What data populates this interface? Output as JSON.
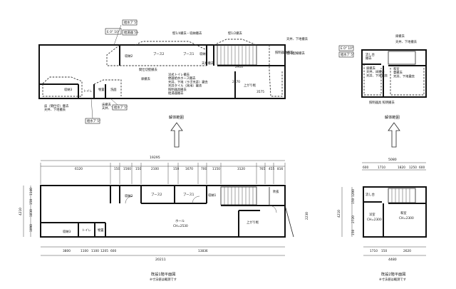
{
  "upper_left": {
    "rooms": [
      "収納2",
      "ブース2",
      "ブース1",
      "収納1",
      "トイレ",
      "物置",
      "洗面",
      "収納3"
    ],
    "notes": {
      "door_a": "扉撤去",
      "door_b": "扉撤去",
      "door_c": "扉撤去",
      "partition_center": "壁1/4撤去・収納撤去",
      "partition_right": "壁1/2撤去",
      "ceiling_right": "天井、下地撤去",
      "stair_right": "天井撤去",
      "fixture_right": "照明器具移設",
      "corridor": "間仕切壁撤去",
      "restroom_list": "洋式トイレ撤去\n便器給水ホース撤去\n天井、下地（ラボ天井）撤去\n天井タイル（床用）撤去\n照明器具撤去\n給湯器撤去",
      "floor_left": "床（間仕切）撤去\n天井、下地撤去",
      "floor_right": "床撤去\n天井、下地撤去",
      "box_tl": "E 0° 10°",
      "box_tm": "給水ア 5°",
      "box_tm2": "給湯器 5ト",
      "box_bm": "給水ア 5°",
      "box_bl": "給水ア 5°",
      "dim_2910": "2910",
      "dim_3575": "3575",
      "dim_2370": "2370",
      "stair_up": "上がり框",
      "tag_tr": "壁内配線撤去"
    }
  },
  "upper_right": {
    "notes": {
      "box": "E 0° 10°",
      "box2": "給水ア 5°",
      "wall": "扉撤去",
      "ceiling": "天井、下地撤去",
      "shower": "流し台\n撤去",
      "list": "扉撤去\n天井、床撤去\n天井、下地撤去",
      "ceiling2": "和室\n畳撤去\n天井、下地撤去",
      "light": "照明器具 照明撤去"
    }
  },
  "labels": {
    "demolition_left": "解体範囲",
    "demolition_right": "解体範囲"
  },
  "lower_left": {
    "top_overall": "19295",
    "top_dims": [
      "6120",
      "150",
      "1560",
      "150",
      "2100",
      "150",
      "1670",
      "700",
      "1150",
      "3120",
      "765",
      "455",
      "816"
    ],
    "left_dims": [
      "1140",
      "150",
      "1830",
      "1090"
    ],
    "left_overall": "4210",
    "bottom_dims": [
      "3800",
      "1100",
      "1100",
      "1205",
      "600"
    ],
    "bottom_right_dim": "13836",
    "bottom_overall": "20211",
    "right_dim": "2230",
    "rooms": {
      "storage2": "収納2",
      "booth2": "ブース2",
      "booth1": "ブース1",
      "storage1": "収納1",
      "hall": "ホール",
      "hall_area": "CH=2530",
      "toilet": "トイレ",
      "closet": "物置",
      "wash": "収納3",
      "stair_up": "上がり框",
      "box_right": "吹抜",
      "main": "ホール"
    },
    "caption": "既設1階平面図",
    "sub_caption": "※寸法値は概測です"
  },
  "lower_right": {
    "top_overall": "5080",
    "top_dims": [
      "600",
      "1710",
      "1820",
      "1250",
      "600"
    ],
    "left_dims": [
      "1200",
      "150",
      "2720",
      "150"
    ],
    "left_overall": "4210",
    "bottom_dims": [
      "1710",
      "150",
      "2620"
    ],
    "bottom_overall": "4480",
    "rooms": {
      "wash": "流し台",
      "western": "洋室",
      "western_ch": "CH=2300",
      "japanese": "和室",
      "japanese_ch": "CH=2300"
    },
    "caption": "既設2階平面図",
    "sub_caption": "※寸法値は概測です"
  }
}
